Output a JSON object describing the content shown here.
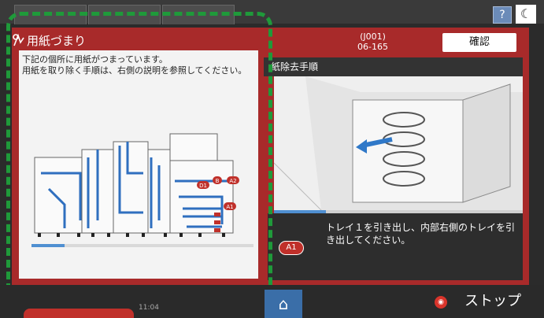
{
  "dialog": {
    "code_line1": "(J001)",
    "code_line2": "06-165",
    "confirm_label": "確認",
    "procedure_title": "紙除去手順",
    "instruction": "トレイ１を引き出し、内部右側のトレイを引き出してください。",
    "location_badge": "A1"
  },
  "left_panel": {
    "title": "用紙づまり",
    "message": "下記の個所に用紙がつまっています。\n用紙を取り除く手順は、右側の説明を参照してください。",
    "diagram_labels": [
      "D1",
      "B",
      "A2",
      "A1"
    ]
  },
  "bottom": {
    "home_icon": "home-icon",
    "time_fragment": "11:04",
    "stop_label": "ストップ"
  },
  "top": {
    "help_label": "?",
    "moon_icon": "moon-icon"
  },
  "colors": {
    "accent_red": "#a82a2a",
    "highlight_green": "#1f9a3a",
    "progress_blue": "#4f8fd1"
  }
}
